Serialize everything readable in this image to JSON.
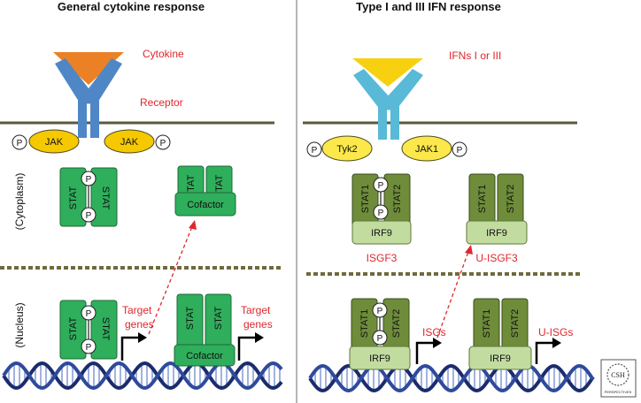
{
  "left": {
    "title": "General cytokine response",
    "ligand_label": "Cytokine",
    "receptor_label": "Receptor",
    "kinase_left": "JAK",
    "kinase_right": "JAK",
    "phospho": "P",
    "compartment_cytoplasm": "(Cytoplasm)",
    "compartment_nucleus": "(Nucleus)",
    "stat": "STAT",
    "cofactor": "Cofactor",
    "target_genes_line1": "Target",
    "target_genes_line2": "genes"
  },
  "right": {
    "title": "Type I and III IFN response",
    "ligand_label": "IFNs I or III",
    "kinase_left": "Tyk2",
    "kinase_right": "JAK1",
    "phospho": "P",
    "stat1": "STAT1",
    "stat2": "STAT2",
    "irf9": "IRF9",
    "isgf3": "ISGF3",
    "u_isgf3": "U-ISGF3",
    "isgs": "ISGs",
    "u_isgs": "U-ISGs"
  },
  "logo": {
    "text": "CSH",
    "subtext": "PERSPECTIVES"
  },
  "colors": {
    "membrane": "#5a5a3c",
    "receptor_left": "#4f87c6",
    "receptor_right": "#58bad6",
    "cytokine": "#ec8024",
    "ifn": "#f7d110",
    "jak": "#f5c800",
    "stat_left": "#2fae5c",
    "stat_right": "#6e8c3a",
    "irf9": "#c2dca0",
    "red_text": "#e0262b",
    "dna_dark": "#1b2c6c",
    "dna_light": "#8aa0d8"
  }
}
